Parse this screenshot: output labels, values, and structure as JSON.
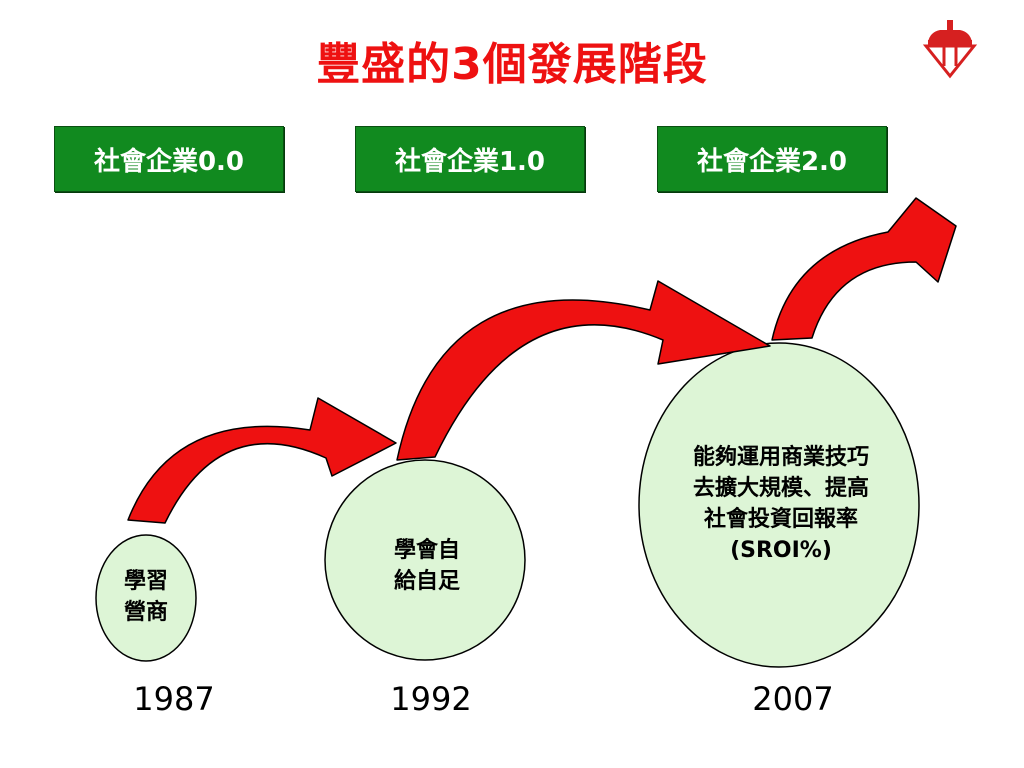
{
  "title": "豐盛的3個發展階段",
  "stages": [
    {
      "label": "社會企業0.0"
    },
    {
      "label": "社會企業1.0"
    },
    {
      "label": "社會企業2.0"
    }
  ],
  "circles": [
    {
      "line1": "學習",
      "line2": "營商"
    },
    {
      "line1": "學會自",
      "line2": "給自足"
    },
    {
      "line1": "能夠運用商業技巧",
      "line2": "去擴大規模、提高",
      "line3": "社會投資回報率",
      "line4": "(SROI%)"
    }
  ],
  "years": [
    "1987",
    "1992",
    "2007"
  ],
  "icons": {
    "logo": "cross-logo-icon"
  },
  "colors": {
    "title": "#ee1111",
    "stage_box": "#118a1f",
    "circle_fill": "#ddf5d6",
    "arrow": "#ee1111"
  }
}
